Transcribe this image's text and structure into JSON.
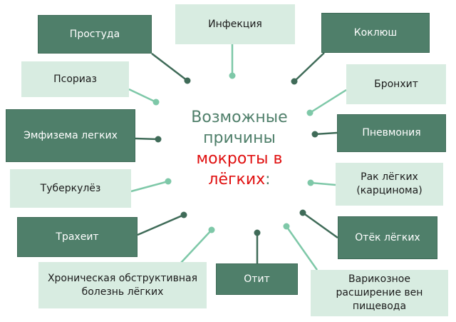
{
  "title": {
    "line1": "Возможные",
    "line2": "причины",
    "line3": "мокроты в",
    "line4": "лёгких",
    "colon": ":"
  },
  "colors": {
    "dark": "#4f7f6a",
    "light": "#d8ece1",
    "light_line": "#7ec8a8",
    "red": "#e01010"
  },
  "causes": [
    {
      "label": "Простуда",
      "style": "dark"
    },
    {
      "label": "Инфекция",
      "style": "light"
    },
    {
      "label": "Коклюш",
      "style": "dark"
    },
    {
      "label": "Псориаз",
      "style": "light"
    },
    {
      "label": "Бронхит",
      "style": "light"
    },
    {
      "label": "Эмфизема легких",
      "style": "dark"
    },
    {
      "label": "Пневмония",
      "style": "dark"
    },
    {
      "label": "Туберкулёз",
      "style": "light"
    },
    {
      "label": "Рак лёгких (карцинома)",
      "style": "light"
    },
    {
      "label": "Трахеит",
      "style": "dark"
    },
    {
      "label": "Отёк лёгких",
      "style": "dark"
    },
    {
      "label": "Хроническая обструктивная болезнь лёгких",
      "style": "light"
    },
    {
      "label": "Отит",
      "style": "dark"
    },
    {
      "label": "Варикозное расширение вен пищевода",
      "style": "light"
    }
  ]
}
